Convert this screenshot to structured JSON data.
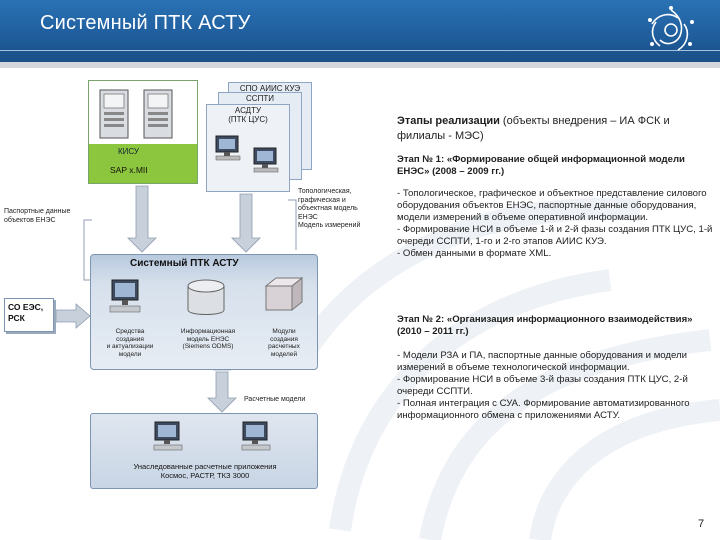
{
  "header": {
    "title": "Системный ПТК АСТУ"
  },
  "diagram": {
    "green_box": {
      "kisu": "КИСУ",
      "sap": "SAP x.MII"
    },
    "stack": [
      "СПО АИИС КУЭ",
      "ССПТИ",
      "АСДТУ",
      "(ПТК ЦУС)"
    ],
    "side_left": [
      "Паспортные данные",
      "объектов ЕНЭС"
    ],
    "side_right": [
      "Топологическая,",
      "графическая и",
      "объектная модель",
      "ЕНЭС",
      "Модель измерений"
    ],
    "external": [
      "СО ЕЭС,",
      "РСК"
    ],
    "main": {
      "title": "Системный ПТК АСТУ",
      "tools": [
        [
          "Средства",
          "создания",
          "и актуализации",
          "модели"
        ],
        [
          "Информационная",
          "модель ЕНЭС",
          "(Siemens ODMS)"
        ],
        [
          "Модули",
          "создания",
          "расчетных",
          "моделей"
        ]
      ]
    },
    "calc_models": "Расчетные модели",
    "bottom": [
      "Унаследованные расчетные приложения",
      "Космос, РАСТР, ТКЗ 3000"
    ]
  },
  "text": {
    "intro_bold": "Этапы реализации",
    "intro_rest": " (объекты внедрения – ИА ФСК и филиалы - МЭС)",
    "stage1_heading": "Этап № 1: «Формирование общей информационной модели ЕНЭС» (2008 – 2009 гг.)",
    "stage1_body": "- Топологическое, графическое и объектное представление силового оборудования объектов ЕНЭС, паспортные данные оборудования, модели измерений в объеме оперативной информации.\n- Формирование НСИ в объеме 1-й и 2-й фазы создания ПТК ЦУС, 1-й очереди ССПТИ, 1-го и 2-го этапов АИИС КУЭ.\n- Обмен данными в формате XML.",
    "stage2_heading": "Этап № 2: «Организация информационного взаимодействия» (2010 – 2011 гг.)",
    "stage2_body": "- Модели РЗА и ПА, паспортные данные оборудования и модели измерений в объеме технологической информации.\n- Формирование НСИ в объеме 3-й фазы создания ПТК ЦУС, 2-й очереди ССПТИ.\n- Полная интеграция с СУА. Формирование автоматизированного информационного обмена с приложениями АСТУ."
  },
  "page_number": "7",
  "colors": {
    "header": "#1f5d9c",
    "green": "#8cc63e",
    "box_border": "#7d95b3",
    "arrow": "#b0bccb"
  }
}
